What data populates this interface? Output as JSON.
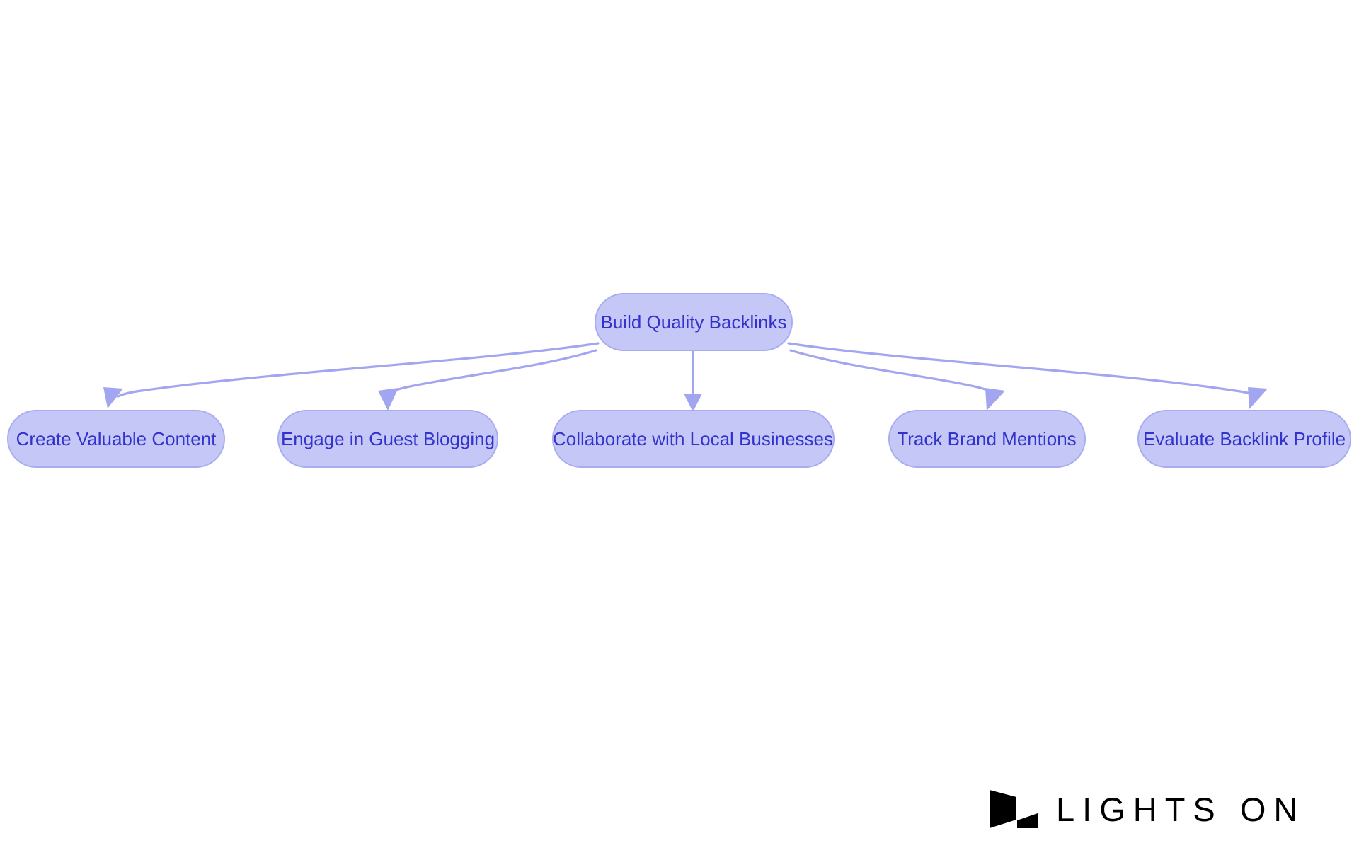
{
  "diagram": {
    "type": "flowchart",
    "direction": "top-down",
    "background_color": "#ffffff",
    "node_fill": "#c5c8f7",
    "node_stroke": "#a9adf0",
    "node_text_color": "#3333cc",
    "edge_color": "#a2a6f0",
    "root": {
      "id": "root",
      "label": "Build Quality Backlinks"
    },
    "children": [
      {
        "id": "n1",
        "label": "Create Valuable Content"
      },
      {
        "id": "n2",
        "label": "Engage in Guest Blogging"
      },
      {
        "id": "n3",
        "label": "Collaborate with Local Businesses"
      },
      {
        "id": "n4",
        "label": "Track Brand Mentions"
      },
      {
        "id": "n5",
        "label": "Evaluate Backlink Profile"
      }
    ],
    "edges": [
      {
        "from": "Build Quality Backlinks",
        "to": "Create Valuable Content"
      },
      {
        "from": "Build Quality Backlinks",
        "to": "Engage in Guest Blogging"
      },
      {
        "from": "Build Quality Backlinks",
        "to": "Collaborate with Local Businesses"
      },
      {
        "from": "Build Quality Backlinks",
        "to": "Track Brand Mentions"
      },
      {
        "from": "Build Quality Backlinks",
        "to": "Evaluate Backlink Profile"
      }
    ]
  },
  "branding": {
    "wordmark": "LIGHTS ON",
    "mark_color": "#000000"
  }
}
